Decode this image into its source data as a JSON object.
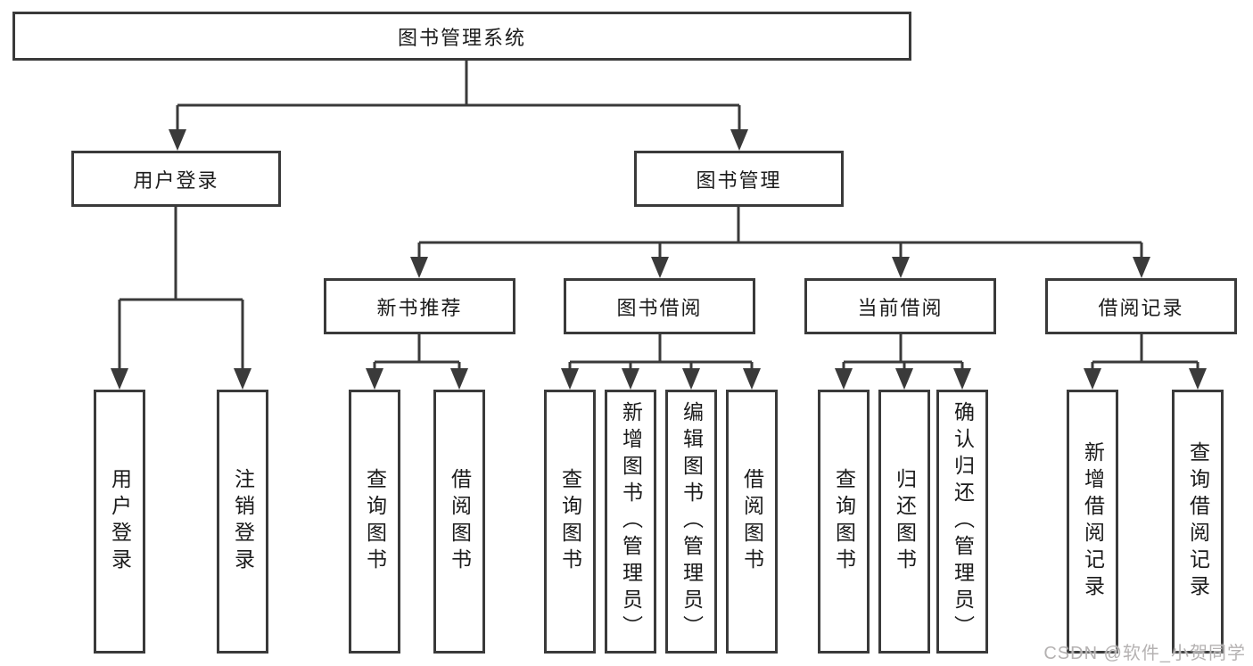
{
  "diagram": {
    "root": {
      "label": "图书管理系统"
    },
    "children": [
      {
        "label": "用户登录",
        "children": [
          {
            "label": "用户登录"
          },
          {
            "label": "注销登录"
          }
        ]
      },
      {
        "label": "图书管理",
        "children": [
          {
            "label": "新书推荐",
            "children": [
              {
                "label": "查询图书"
              },
              {
                "label": "借阅图书"
              }
            ]
          },
          {
            "label": "图书借阅",
            "children": [
              {
                "label": "查询图书"
              },
              {
                "label": "新增图书（管理员）"
              },
              {
                "label": "编辑图书（管理员）"
              },
              {
                "label": "借阅图书"
              }
            ]
          },
          {
            "label": "当前借阅",
            "children": [
              {
                "label": "查询图书"
              },
              {
                "label": "归还图书"
              },
              {
                "label": "确认归还（管理员）"
              }
            ]
          },
          {
            "label": "借阅记录",
            "children": [
              {
                "label": "新增借阅记录"
              },
              {
                "label": "查询借阅记录"
              }
            ]
          }
        ]
      }
    ]
  },
  "watermark": "CSDN @软件_小贺同学",
  "colors": {
    "line": "#3a3a3a",
    "text": "#1b1b1b",
    "watermark": "#b5b2b2",
    "background": "#ffffff"
  }
}
